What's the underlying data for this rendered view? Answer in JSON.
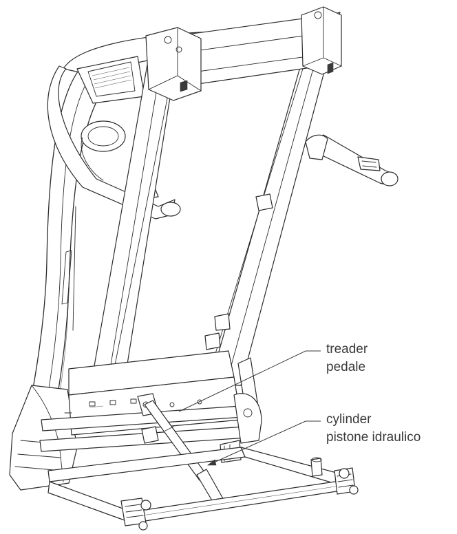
{
  "labels": {
    "treader": "treader",
    "pedale": "pedale",
    "cylinder": "cylinder",
    "pistone": "pistone idraulico"
  },
  "colors": {
    "line": "#2b2b2b",
    "text": "#3a3a3a",
    "background": "#ffffff"
  }
}
